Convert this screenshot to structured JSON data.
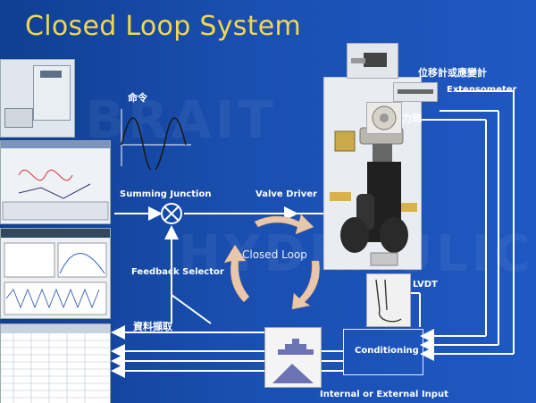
{
  "title": "Closed Loop System",
  "watermark": {
    "line1": "BRAIT",
    "line2": "HYDRAULICS"
  },
  "labels": {
    "command": "命令",
    "summing_junction": "Summing Junction",
    "valve_driver": "Valve Driver",
    "closed_loop": "Closed Loop",
    "feedback_selector": "Feedback Selector",
    "data_acquisition": "資料擷取",
    "displacement_strain_gauge": "位移計或應變計",
    "extensometer": "Extensometer",
    "load_cell": "力規",
    "lvdt": "LVDT",
    "conditioning": "Conditioning",
    "input": "Internal or External Input"
  },
  "colors": {
    "background": "#1a4fb0",
    "title": "#f2d84a",
    "line": "#ffffff",
    "loop_arrow": "#e9c7aa"
  }
}
